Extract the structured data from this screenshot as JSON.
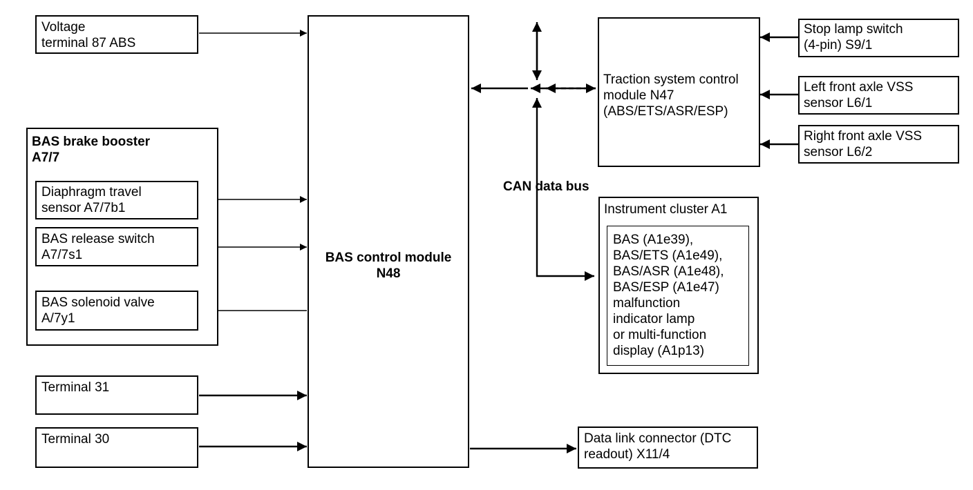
{
  "voltage_abs": "Voltage\nterminal 87 ABS",
  "booster": {
    "title": "BAS brake booster\nA7/7",
    "diaphragm_sensor": "Diaphragm travel\nsensor A7/7b1",
    "release_switch": "BAS release switch\nA7/7s1",
    "solenoid_valve": "BAS solenoid valve\nA/7y1"
  },
  "terminal_31": "Terminal 31",
  "terminal_30": "Terminal 30",
  "control_module": "BAS control module\nN48",
  "traction_module": "Traction system control\nmodule N47\n(ABS/ETS/ASR/ESP)",
  "stop_lamp_switch": "Stop lamp switch\n(4-pin) S9/1",
  "left_vss": "Left front axle VSS\nsensor L6/1",
  "right_vss": "Right front axle VSS\nsensor L6/2",
  "can_bus_label": "CAN  data bus",
  "instrument_cluster": {
    "title": "Instrument cluster A1",
    "lamp_text": "BAS (A1e39),\nBAS/ETS (A1e49),\nBAS/ASR (A1e48),\nBAS/ESP (A1e47)\nmalfunction\nindicator lamp\nor multi-function\ndisplay (A1p13)"
  },
  "data_link_connector": "Data link connector (DTC\nreadout) X11/4"
}
